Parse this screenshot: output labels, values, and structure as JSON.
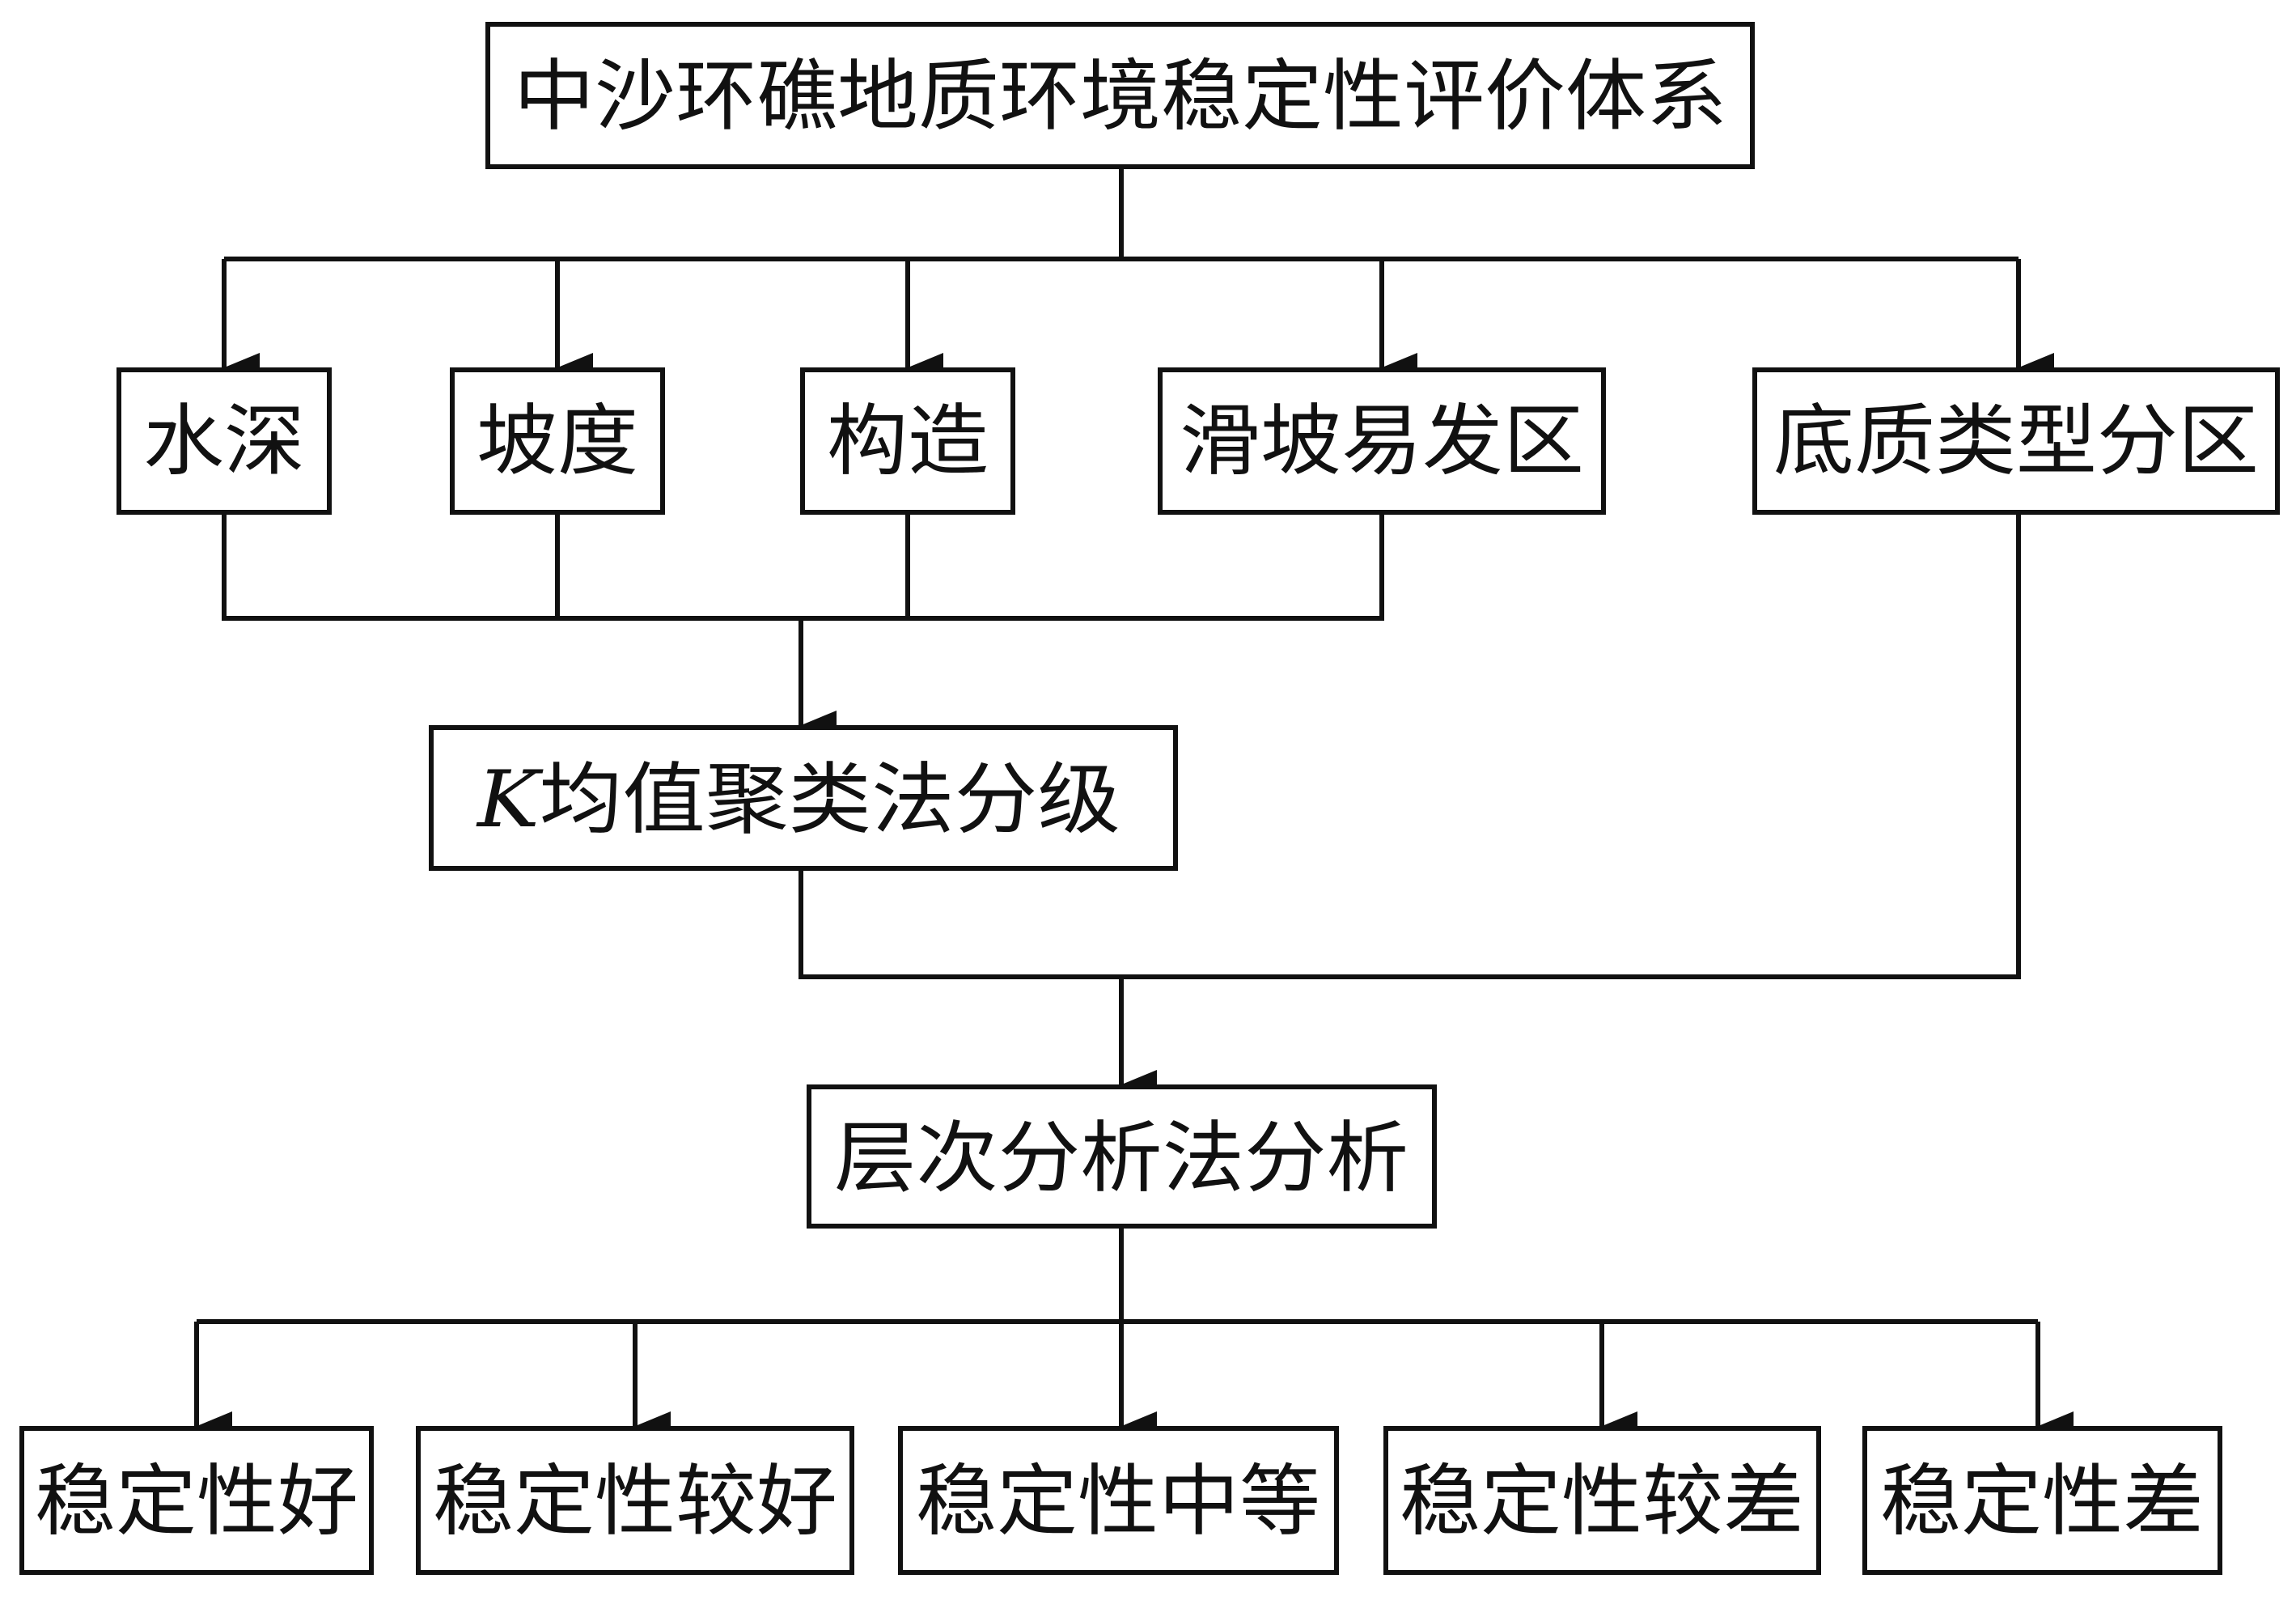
{
  "diagram": {
    "root": {
      "label": "中沙环礁地质环境稳定性评价体系"
    },
    "factors": [
      {
        "label": "水深"
      },
      {
        "label": "坡度"
      },
      {
        "label": "构造"
      },
      {
        "label": "滑坡易发区"
      },
      {
        "label": "底质类型分区"
      }
    ],
    "clustering": {
      "prefix": "K",
      "label": "均值聚类法分级"
    },
    "ahp": {
      "label": "层次分析法分析"
    },
    "results": [
      {
        "label": "稳定性好"
      },
      {
        "label": "稳定性较好"
      },
      {
        "label": "稳定性中等"
      },
      {
        "label": "稳定性较差"
      },
      {
        "label": "稳定性差"
      }
    ],
    "colors": {
      "line": "#111111",
      "box_fill": "#ffffff",
      "text": "#111111"
    }
  }
}
